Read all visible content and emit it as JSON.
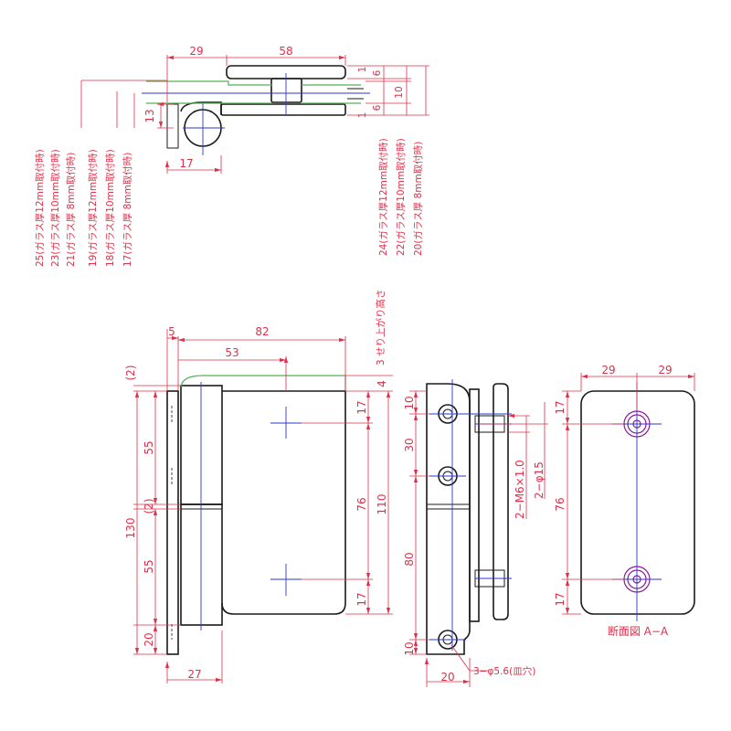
{
  "top_view": {
    "dims": {
      "w29": "29",
      "w58": "58",
      "w17": "17",
      "h13": "13",
      "r1a": "1",
      "r6a": "6",
      "r10": "10",
      "r6b": "6",
      "r1b": "1"
    },
    "left_notes": [
      "25(ガラス厚12mm取付時)",
      "23(ガラス厚10mm取付時)",
      "21(ガラス厚 8mm取付時)",
      "19(ガラス厚12mm取付時)",
      "18(ガラス厚10mm取付時)",
      "17(ガラス厚 8mm取付時)"
    ],
    "right_notes": [
      "24(ガラス厚12mm取付時)",
      "22(ガラス厚10mm取付時)",
      "20(ガラス厚 8mm取付時)"
    ]
  },
  "front_view": {
    "dims": {
      "w5": "5",
      "w82": "82",
      "w53": "53",
      "w27": "27",
      "p2a": "(2)",
      "p2b": "(2)",
      "v55a": "55",
      "v130": "130",
      "v55b": "55",
      "v20": "20",
      "v17a": "17",
      "v76": "76",
      "v17b": "17",
      "v110": "110",
      "v4": "4"
    },
    "rise_note": "3 せり上がり高さ"
  },
  "side_view": {
    "dims": {
      "v10a": "10",
      "v30": "30",
      "v80": "80",
      "v10b": "10",
      "w20": "20",
      "thread": "2−M6×1.0",
      "bore": "2−φ15"
    },
    "hole_note": "3−φ5.6(皿穴)"
  },
  "section_view": {
    "dims": {
      "w29a": "29",
      "w29b": "29",
      "v17a": "17",
      "v76": "76",
      "v17b": "17"
    },
    "caption": "断面図 A−A"
  }
}
